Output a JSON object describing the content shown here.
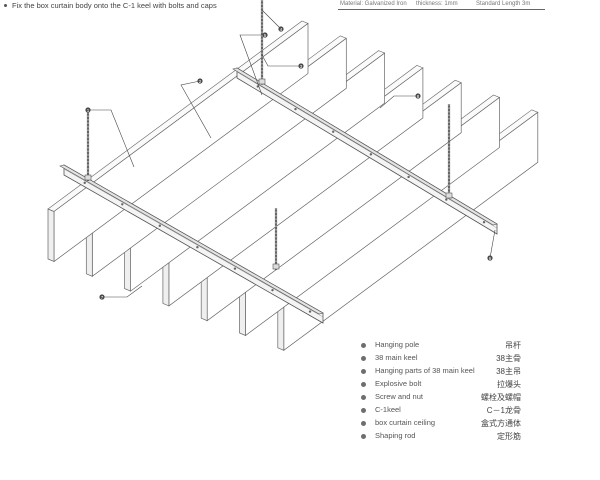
{
  "top_note": "Fix the box curtain body onto the C-1 keel with bolts and caps",
  "spec": {
    "material": "Material: Galvanized Iron",
    "thickness": "thickness: 1mm",
    "length": "Standard Length 3m"
  },
  "callouts": [
    "1",
    "2",
    "3",
    "4",
    "5",
    "6",
    "7",
    "8"
  ],
  "legend": [
    {
      "en": "Hanging pole",
      "cn": "吊杆"
    },
    {
      "en": "38 main keel",
      "cn": "38主骨"
    },
    {
      "en": "Hanging parts of 38 main keel",
      "cn": "38主吊"
    },
    {
      "en": "Explosive bolt",
      "cn": "拉爆头"
    },
    {
      "en": "Screw and nut",
      "cn": "螺栓及螺帽"
    },
    {
      "en": "C-1keel",
      "cn": "C－1龙骨"
    },
    {
      "en": "box curtain ceiling",
      "cn": "盒式方通体"
    },
    {
      "en": "Shaping rod",
      "cn": "定形筋"
    }
  ],
  "colors": {
    "line": "#666666",
    "panel_face": "#ffffff",
    "panel_side": "#efefef",
    "keel": "#f4f4f4",
    "callout": "#4a4a4a"
  }
}
